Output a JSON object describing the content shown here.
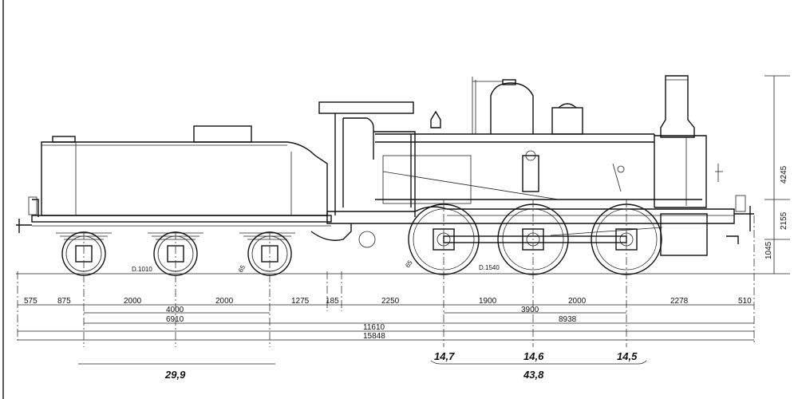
{
  "drawing": {
    "horizontal_dimensions_row1": [
      "575",
      "875",
      "2000",
      "2000",
      "1275",
      "185",
      "2250",
      "1900",
      "2000",
      "2278",
      "510"
    ],
    "horizontal_dimensions_row2": [
      "4000",
      "3900"
    ],
    "horizontal_dimensions_row3": [
      "6910",
      "8938"
    ],
    "horizontal_dimensions_row4": [
      "11610"
    ],
    "horizontal_dimensions_row5": [
      "15848"
    ],
    "vertical_dimensions": [
      "4245",
      "2155",
      "1045"
    ],
    "wheel_diameters": {
      "tender": "D.1010",
      "engine": "D.1540"
    },
    "small_labels": [
      "65",
      "65"
    ],
    "axle_loads": {
      "tender_total": "29,9",
      "engine_axles": [
        "14,7",
        "14,6",
        "14,5"
      ],
      "engine_total": "43,8"
    }
  }
}
